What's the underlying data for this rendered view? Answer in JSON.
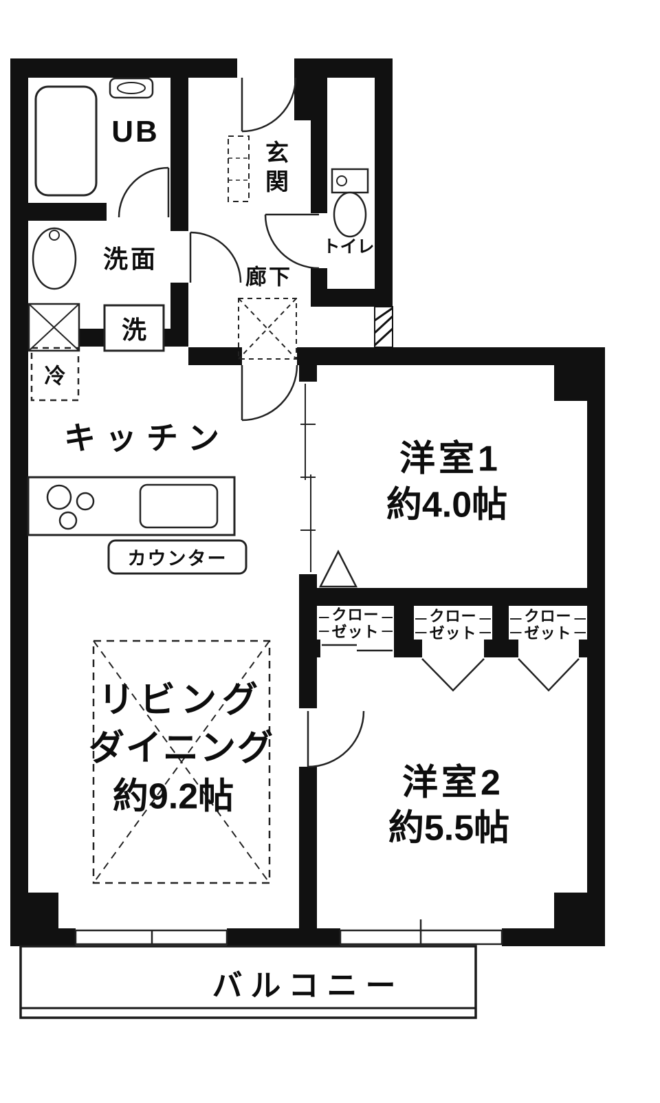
{
  "plan": {
    "colors": {
      "wall": "#111111",
      "line": "#222222",
      "background": "#ffffff"
    },
    "labels": {
      "unit_bath": "UB",
      "entrance": "玄関",
      "washroom": "洗面",
      "laundry": "洗",
      "toilet": "トイレ",
      "corridor": "廊下",
      "refrigerator": "冷",
      "kitchen": "キッチン",
      "counter": "カウンター",
      "room1_name": "洋室1",
      "room1_size": "約4.0帖",
      "living_line1": "リビング",
      "living_line2": "ダイニング",
      "living_size": "約9.2帖",
      "room2_name": "洋室2",
      "room2_size": "約5.5帖",
      "balcony": "バルコニー"
    },
    "closets": [
      {
        "line1": "クロー",
        "line2": "ゼット"
      },
      {
        "line1": "クロー",
        "line2": "ゼット"
      },
      {
        "line1": "クロー",
        "line2": "ゼット"
      }
    ]
  }
}
